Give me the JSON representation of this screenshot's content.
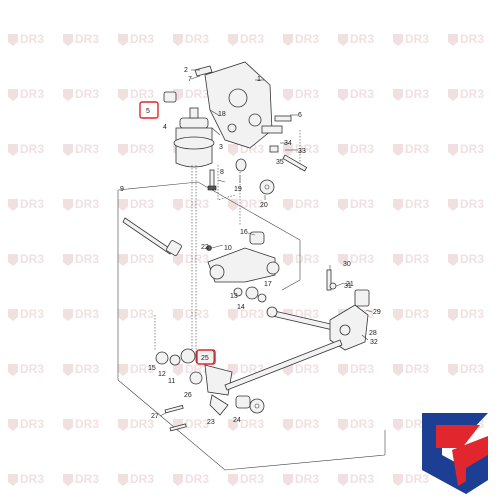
{
  "watermark": {
    "text": "DR3",
    "color": "#d9a7a7"
  },
  "callouts": {
    "c1": "1",
    "c2": "2",
    "c3": "3",
    "c4": "4",
    "c5": "5",
    "c6": "6",
    "c7": "7",
    "c8": "8",
    "c9": "9",
    "c10": "10",
    "c11": "11",
    "c12": "12",
    "c13": "13",
    "c14": "14",
    "c15": "15",
    "c16": "16",
    "c17": "17",
    "c18": "18",
    "c19": "19",
    "c20": "20",
    "c21": "21",
    "c22": "22",
    "c23": "23",
    "c24": "24",
    "c25": "25",
    "c26": "26",
    "c27": "27",
    "c28": "28",
    "c29": "29",
    "c30": "30",
    "c31": "31",
    "c32": "32",
    "c33": "33",
    "c34": "34",
    "c35": "35"
  },
  "highlighted_parts": [
    "5",
    "25"
  ],
  "logo": {
    "name": "dr3-logo-icon",
    "colors": {
      "red": "#e1262d",
      "blue": "#1c3f94"
    }
  }
}
